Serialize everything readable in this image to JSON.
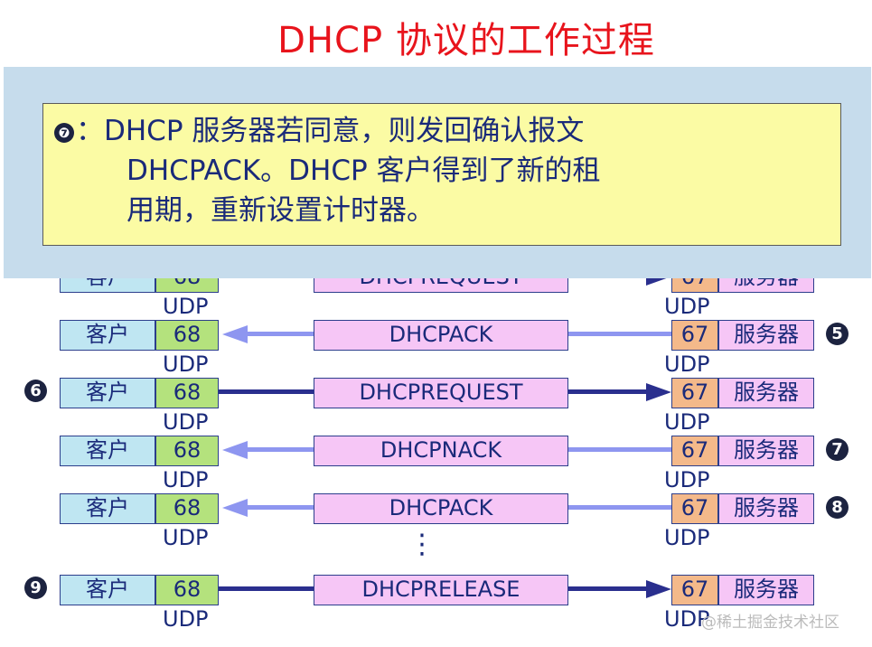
{
  "title": "DHCP 协议的工作过程",
  "client_label": "客户",
  "server_label": "服务器",
  "client_port": "68",
  "server_port": "67",
  "transport": "UDP",
  "note": {
    "badge": "❼",
    "line1": "：DHCP 服务器若同意，则发回确认报文",
    "line2": "DHCPACK。DHCP 客户得到了新的租",
    "line3": "用期，重新设置计时器。"
  },
  "rows": [
    {
      "message": "DHCPREQUEST",
      "direction": "to-server",
      "badge": ""
    },
    {
      "message": "DHCPACK",
      "direction": "to-client",
      "badge": "5"
    },
    {
      "message": "DHCPREQUEST",
      "direction": "to-server",
      "badge": "6"
    },
    {
      "message": "DHCPNACK",
      "direction": "to-client",
      "badge": "7"
    },
    {
      "message": "DHCPACK",
      "direction": "to-client",
      "badge": "8"
    },
    {
      "message": "DHCPRELEASE",
      "direction": "to-server",
      "badge": "9"
    }
  ],
  "ellipsis": "⋮",
  "watermark": "@稀土掘金技术社区",
  "colors": {
    "title": "#e8141c",
    "client_box": "#bfe6f2",
    "client_port_box": "#b4e27d",
    "message_box": "#f6c6f6",
    "server_port_box": "#f4b98a",
    "arrow_to_client": "#8e96f0",
    "arrow_to_server": "#2a2f8e",
    "note_bg": "#fbfba4",
    "overlay_bg": "#c6dcec"
  }
}
